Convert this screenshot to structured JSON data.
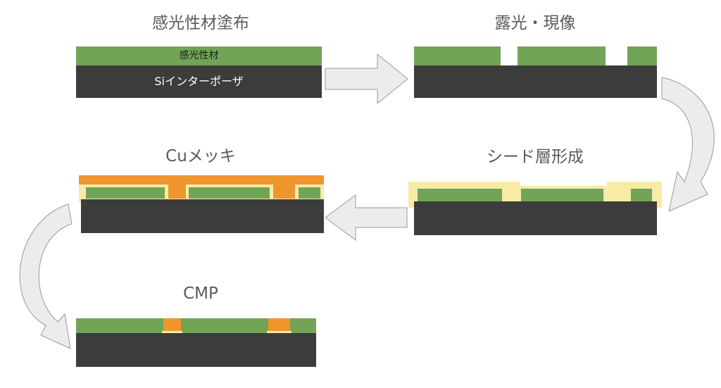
{
  "steps": [
    {
      "id": "coat",
      "title": "感光性材塗布"
    },
    {
      "id": "expose",
      "title": "露光・現像"
    },
    {
      "id": "seed",
      "title": "シード層形成"
    },
    {
      "id": "plate",
      "title": "Cuメッキ"
    },
    {
      "id": "cmp",
      "title": "CMP"
    }
  ],
  "layer_labels": {
    "photoresist": "感光性材",
    "interposer": "Siインターポーザ"
  },
  "colors": {
    "substrate": "#3c3c3c",
    "photoresist": "#72a457",
    "seed_layer": "#f7eba6",
    "copper": "#f0952e",
    "arrow_fill": "#ececec",
    "arrow_stroke": "#9a9a9a",
    "title_text": "#5a5a5a"
  },
  "flow": [
    "coat",
    "expose",
    "seed",
    "plate",
    "cmp"
  ]
}
